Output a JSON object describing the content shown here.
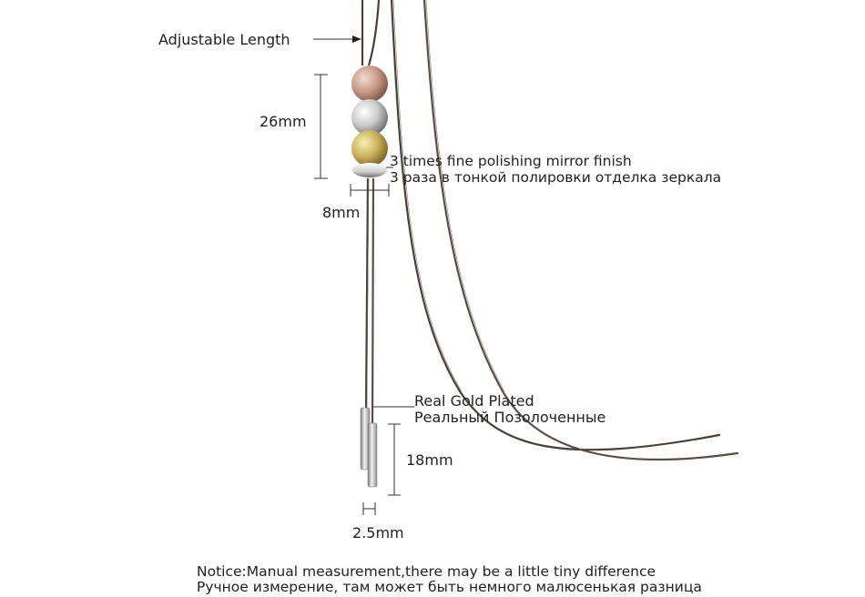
{
  "labels": {
    "adjustable_length": "Adjustable Length",
    "bead_height": "26mm",
    "bead_width": "8mm",
    "finish_en": "3 times fine polishing mirror finish",
    "finish_ru": "3 раза в тонкой полировки отделка зеркала",
    "plating_en": "Real Gold Plated",
    "plating_ru": "Реальный Позолоченные",
    "tube_height": "18mm",
    "tube_width": "2.5mm"
  },
  "notice": {
    "en": "Notice:Manual measurement,there may be a little tiny difference",
    "ru": "Ручное измерение, там может быть немного малюсенькая разница"
  },
  "colors": {
    "chain": "#4a4038",
    "bead_rose": "#c79a86",
    "bead_silver": "#c9c9c9",
    "bead_gold": "#c9b15a",
    "tube_silver": "#b8b8b8",
    "dimension_line": "#333333"
  }
}
